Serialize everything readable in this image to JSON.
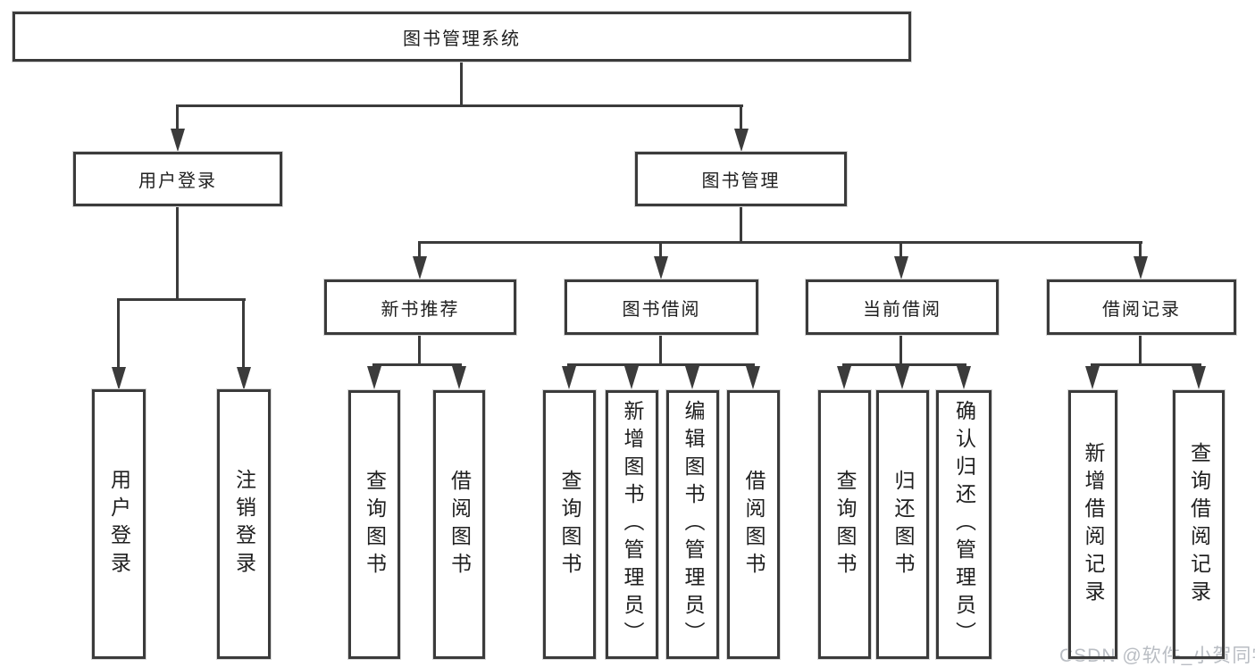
{
  "watermark": "CSDN @软件_小贺同学",
  "colors": {
    "line": "#3b3b3b",
    "text": "#1f1f1f",
    "background": "#ffffff",
    "watermark_text": "#b9bdc3"
  },
  "tree": {
    "root": {
      "label": "图书管理系统"
    },
    "branches": [
      {
        "label": "用户登录",
        "children": [
          {
            "label": "用户登录"
          },
          {
            "label": "注销登录"
          }
        ]
      },
      {
        "label": "图书管理",
        "sections": [
          {
            "label": "新书推荐",
            "children": [
              {
                "label": "查询图书"
              },
              {
                "label": "借阅图书"
              }
            ]
          },
          {
            "label": "图书借阅",
            "children": [
              {
                "label": "查询图书"
              },
              {
                "label": "新增图书（管理员）"
              },
              {
                "label": "编辑图书（管理员）"
              },
              {
                "label": "借阅图书"
              }
            ]
          },
          {
            "label": "当前借阅",
            "children": [
              {
                "label": "查询图书"
              },
              {
                "label": "归还图书"
              },
              {
                "label": "确认归还（管理员）"
              }
            ]
          },
          {
            "label": "借阅记录",
            "children": [
              {
                "label": "新增借阅记录"
              },
              {
                "label": "查询借阅记录"
              }
            ]
          }
        ]
      }
    ]
  }
}
